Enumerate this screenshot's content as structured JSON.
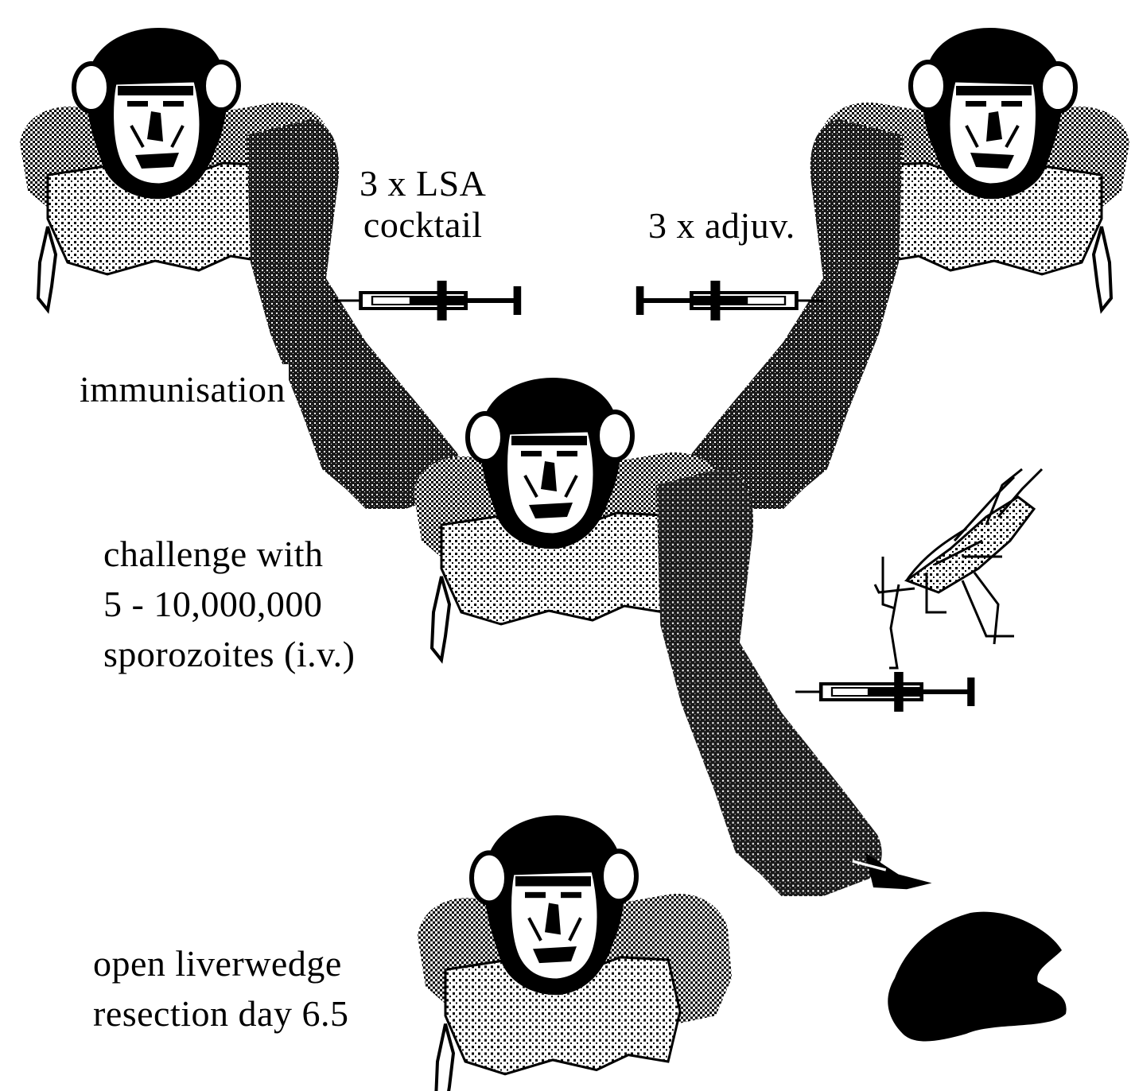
{
  "labels": {
    "lsa_line1": "3 x LSA",
    "lsa_line2": "cocktail",
    "adjuvant": "3 x adjuv.",
    "immunisation": "immunisation",
    "challenge_line1": "challenge with",
    "challenge_line2": "5 - 10,000,000",
    "challenge_line3": "sporozoites (i.v.)",
    "resection_line1": "open liverwedge",
    "resection_line2": "resection day 6.5"
  },
  "colors": {
    "ink": "#000000",
    "dark_texture": "#3a3a3a",
    "light_texture": "#d4d4d4",
    "background": "#ffffff"
  },
  "icons": [
    "chimpanzee-icon",
    "syringe-icon",
    "mosquito-icon",
    "liver-tissue-icon"
  ]
}
